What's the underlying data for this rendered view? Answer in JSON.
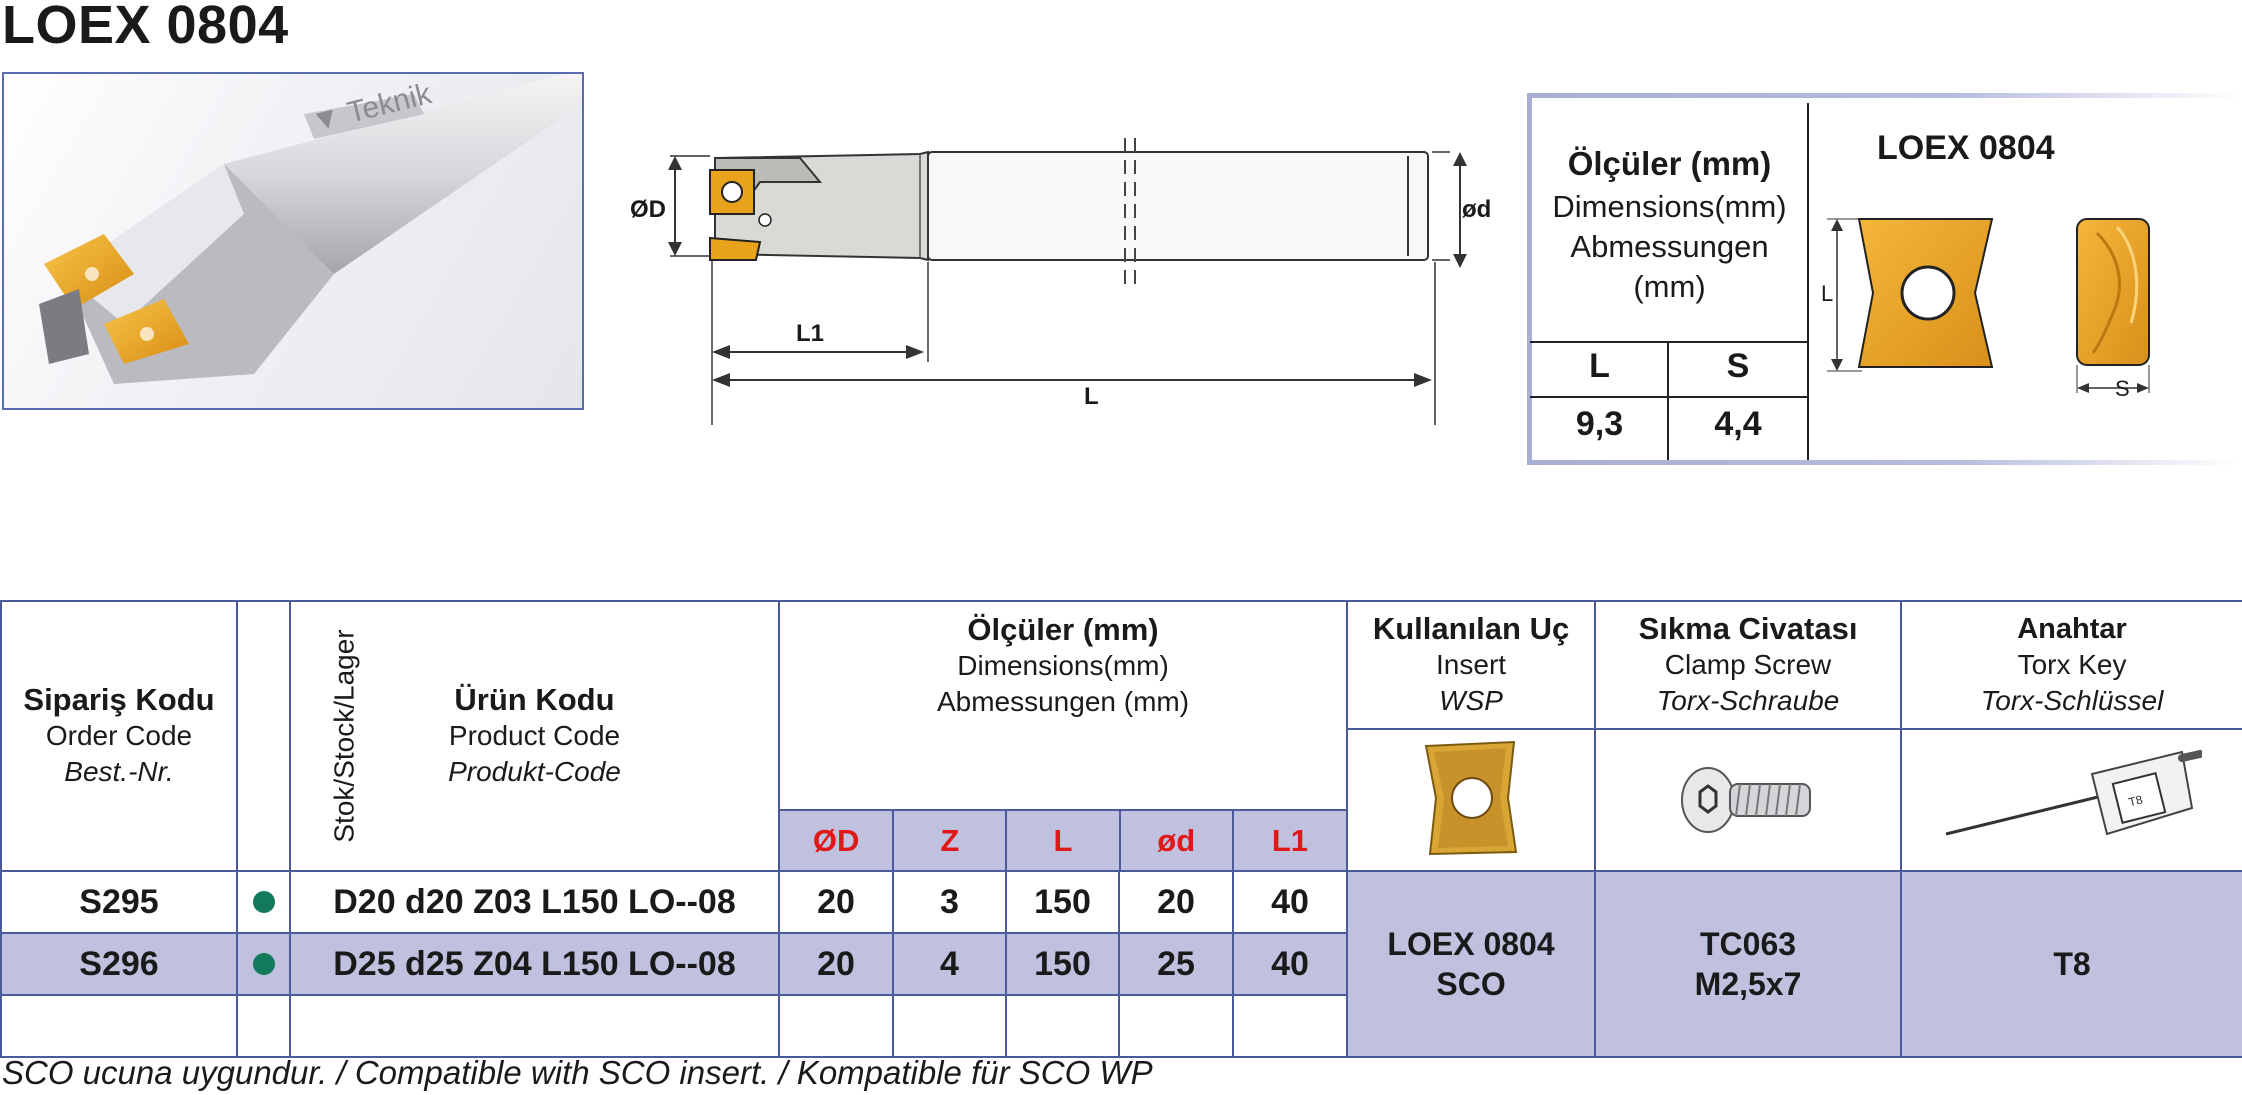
{
  "title": "LOEX 0804",
  "drawing": {
    "label_D": "ØD",
    "label_d": "ød",
    "label_L1": "L1",
    "label_L": "L"
  },
  "dimensions_panel": {
    "heading_bold": "Ölçüler (mm)",
    "heading_en": "Dimensions(mm)",
    "heading_de_1": "Abmessungen",
    "heading_de_2": "(mm)",
    "col_L": "L",
    "col_S": "S",
    "val_L": "9,3",
    "val_S": "4,4",
    "insert_title": "LOEX 0804",
    "insert_label_L": "L",
    "insert_label_S": "S"
  },
  "table": {
    "order_code": {
      "tr": "Sipariş Kodu",
      "en": "Order Code",
      "de": "Best.-Nr."
    },
    "stock": "Stok/Stock/Lager",
    "product_code": {
      "tr": "Ürün Kodu",
      "en": "Product Code",
      "de": "Produkt-Code"
    },
    "dimensions": {
      "tr": "Ölçüler (mm)",
      "en": "Dimensions(mm)",
      "de": "Abmessungen (mm)"
    },
    "dim_cols": [
      "ØD",
      "Z",
      "L",
      "ød",
      "L1"
    ],
    "insert": {
      "tr": "Kullanılan Uç",
      "en": "Insert",
      "de": "WSP"
    },
    "screw": {
      "tr": "Sıkma Civatası",
      "en": "Clamp Screw",
      "de": "Torx-Schraube"
    },
    "key": {
      "tr": "Anahtar",
      "en": "Torx Key",
      "de": "Torx-Schlüssel"
    },
    "rows": [
      {
        "order": "S295",
        "product": "D20 d20 Z03 L150 LO--08",
        "D": "20",
        "Z": "3",
        "L": "150",
        "d": "20",
        "L1": "40"
      },
      {
        "order": "S296",
        "product": "D25 d25 Z04 L150 LO--08",
        "D": "20",
        "Z": "4",
        "L": "150",
        "d": "25",
        "L1": "40"
      }
    ],
    "insert_value_1": "LOEX 0804",
    "insert_value_2": "SCO",
    "screw_value_1": "TC063",
    "screw_value_2": "M2,5x7",
    "key_value": "T8",
    "key_label": "T8"
  },
  "footnote": "SCO ucuna uygundur. / Compatible with SCO insert. / Kompatible für SCO WP",
  "colors": {
    "border": "#4a5a9a",
    "highlight": "#bfc1de",
    "sub_header_text": "#e01818",
    "stock_dot": "#137a5e",
    "insert_gold": "#e8a21c"
  }
}
